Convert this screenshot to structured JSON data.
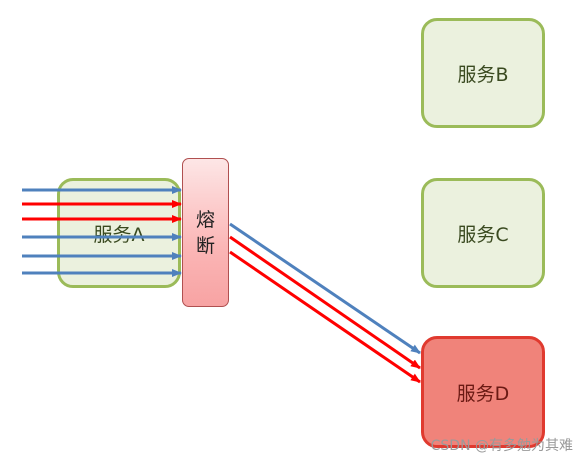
{
  "services": {
    "a": "服务A",
    "b": "服务B",
    "c": "服务C",
    "d": "服务D"
  },
  "breaker": {
    "label": "熔断"
  },
  "watermark": "CSDN @有多勉为其难",
  "colors": {
    "healthy_border": "#9bbb59",
    "healthy_fill": "#ebf1de",
    "failed_border": "#e03a2f",
    "failed_fill": "#f0837a",
    "request_blue": "#4f81bd",
    "request_red": "#ff0000"
  }
}
